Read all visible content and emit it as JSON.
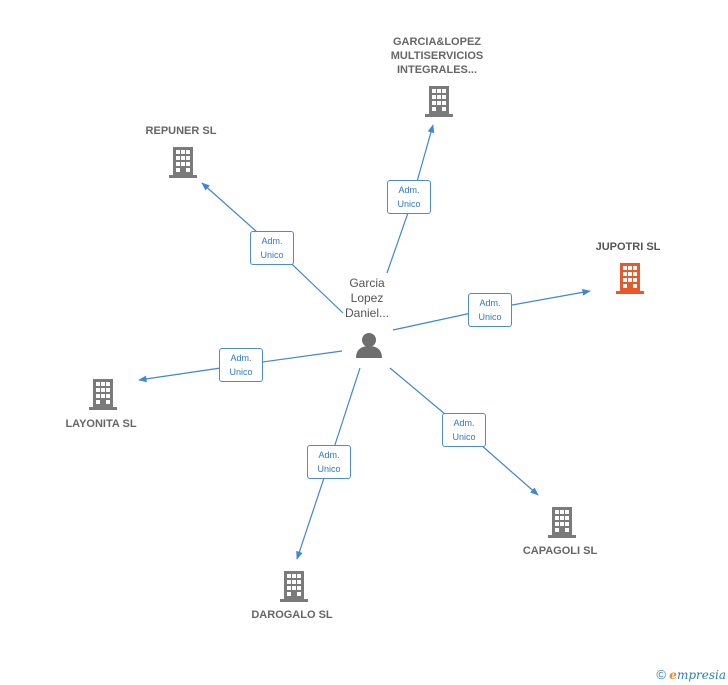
{
  "person": {
    "name_lines": [
      "Garcia",
      "Lopez",
      "Daniel..."
    ],
    "icon": "person-icon"
  },
  "companies": {
    "garcia_lopez": {
      "lines": [
        "GARCIA&LOPEZ",
        "MULTISERVICIOS",
        "INTEGRALES..."
      ],
      "icon": "building-icon"
    },
    "repuner": {
      "lines": [
        "REPUNER  SL"
      ],
      "icon": "building-icon"
    },
    "jupotri": {
      "lines": [
        "JUPOTRI  SL"
      ],
      "icon": "building-icon",
      "color": "#e8582a"
    },
    "layonita": {
      "lines": [
        "LAYONITA  SL"
      ],
      "icon": "building-icon"
    },
    "darogalo": {
      "lines": [
        "DAROGALO SL"
      ],
      "icon": "building-icon"
    },
    "capagoli": {
      "lines": [
        "CAPAGOLI SL"
      ],
      "icon": "building-icon"
    }
  },
  "relations": [
    {
      "target": "garcia_lopez",
      "line1": "Adm.",
      "line2": "Unico"
    },
    {
      "target": "repuner",
      "line1": "Adm.",
      "line2": "Unico"
    },
    {
      "target": "jupotri",
      "line1": "Adm.",
      "line2": "Unico"
    },
    {
      "target": "layonita",
      "line1": "Adm.",
      "line2": "Unico"
    },
    {
      "target": "darogalo",
      "line1": "Adm.",
      "line2": "Unico"
    },
    {
      "target": "capagoli",
      "line1": "Adm.",
      "line2": "Unico"
    }
  ],
  "colors": {
    "edge": "#3f86d6",
    "building": "#7a7a7a",
    "focus": "#e8582a",
    "person": "#6e6e6e"
  },
  "footer": {
    "copyright": "©",
    "brand_initial": "e",
    "brand_rest": "mpresia"
  }
}
